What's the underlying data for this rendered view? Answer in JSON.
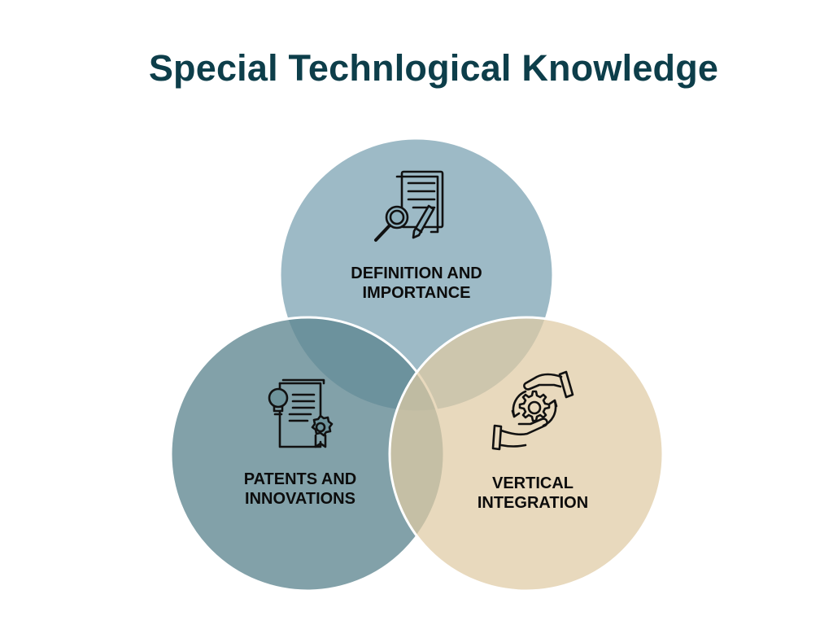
{
  "title": "Special Technlogical Knowledge",
  "colors": {
    "title": "#0d3e4a",
    "circle_top": "#8fb1be",
    "circle_left": "#6e939b",
    "circle_right": "#e3d3b1",
    "icon_stroke": "#111111"
  },
  "circles": [
    {
      "id": "top",
      "label_line1": "DEFINITION AND",
      "label_line2": "IMPORTANCE",
      "icon": "document-search-pencil-icon"
    },
    {
      "id": "left",
      "label_line1": "PATENTS AND",
      "label_line2": "INNOVATIONS",
      "icon": "patent-certificate-lightbulb-icon"
    },
    {
      "id": "right",
      "label_line1": "VERTICAL",
      "label_line2": "INTEGRATION",
      "icon": "hands-gear-cycle-icon"
    }
  ]
}
